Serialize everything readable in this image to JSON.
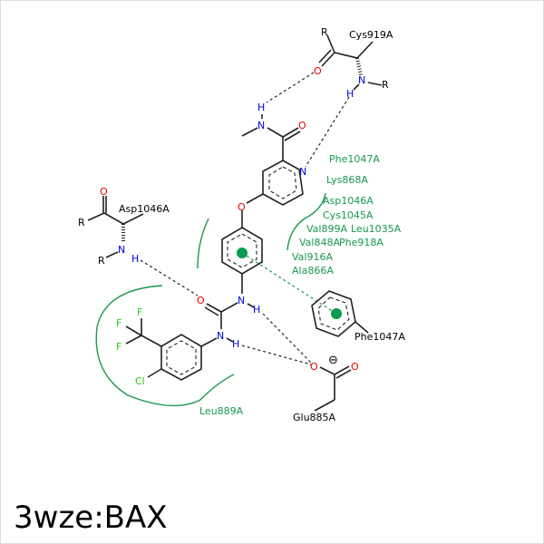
{
  "title": "3wze:BAX",
  "residues": {
    "cys919": "Cys919A",
    "asp1046": "Asp1046A",
    "phe1047_pi": "Phe1047A",
    "glu885": "Glu885A",
    "leu889": "Leu889A"
  },
  "hydrophobic": [
    "Phe1047A",
    "Lys868A",
    "Asp1046A",
    "Cys1045A",
    "Val899A",
    "Leu1035A",
    "Val848A",
    "Phe918A",
    "Val916A",
    "Ala866A"
  ],
  "atoms": {
    "O": "O",
    "N": "N",
    "H": "H",
    "R": "R",
    "F": "F",
    "Cl": "Cl",
    "minus": "⊖"
  },
  "colors": {
    "hydrophobic": "#1a9850",
    "oxygen": "#ee0000",
    "nitrogen": "#0000dd",
    "halogen": "#22cc22"
  }
}
